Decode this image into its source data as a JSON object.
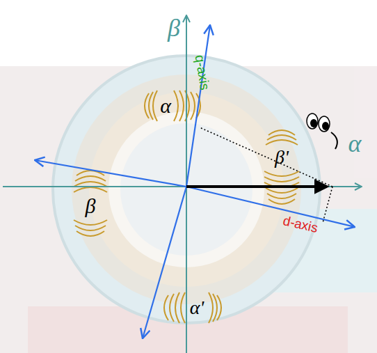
{
  "diagram": {
    "labels": [
      "β",
      "q-axis",
      "α",
      "α",
      "β'",
      "β",
      "d-axis",
      "α'"
    ]
  }
}
